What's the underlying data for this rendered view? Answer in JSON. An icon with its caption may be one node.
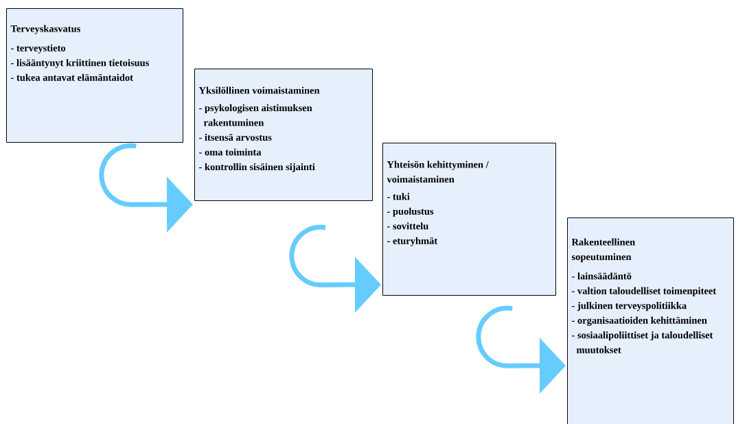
{
  "diagram": {
    "nodes": [
      {
        "text": [
          "Terveyskasvatus",
          "- terveystieto",
          "- lisääntynyt kriittinen tietoisuus",
          "- tukea antavat elämäntaidot"
        ]
      },
      {
        "text": [
          "Yksilöllinen voimaistaminen",
          "- psykologisen aistimuksen rakentuminen",
          "- itsensä arvostus",
          "- oma toiminta",
          "- kontrollin sisäinen sijainti"
        ]
      },
      {
        "text": [
          "Yhteisön kehittyminen / voimaistaminen",
          "- tuki",
          "- puolustus",
          "- sovittelu",
          "- eturyhmät"
        ]
      },
      {
        "text": [
          "Rakenteellinen sopeutuminen",
          "- lainsäädäntö",
          "- valtion taloudelliset toimenpiteet",
          "- julkinen terveyspolitiikka",
          "- organisaatioiden kehittäminen",
          "- sosiaalipoliittiset ja taloudelliset muutokset"
        ]
      }
    ],
    "edges": [
      {
        "from": 0,
        "to": 1,
        "arrow": "to"
      },
      {
        "from": 1,
        "to": 2,
        "arrow": "to"
      },
      {
        "from": 2,
        "to": 3,
        "arrow": "to"
      }
    ]
  }
}
